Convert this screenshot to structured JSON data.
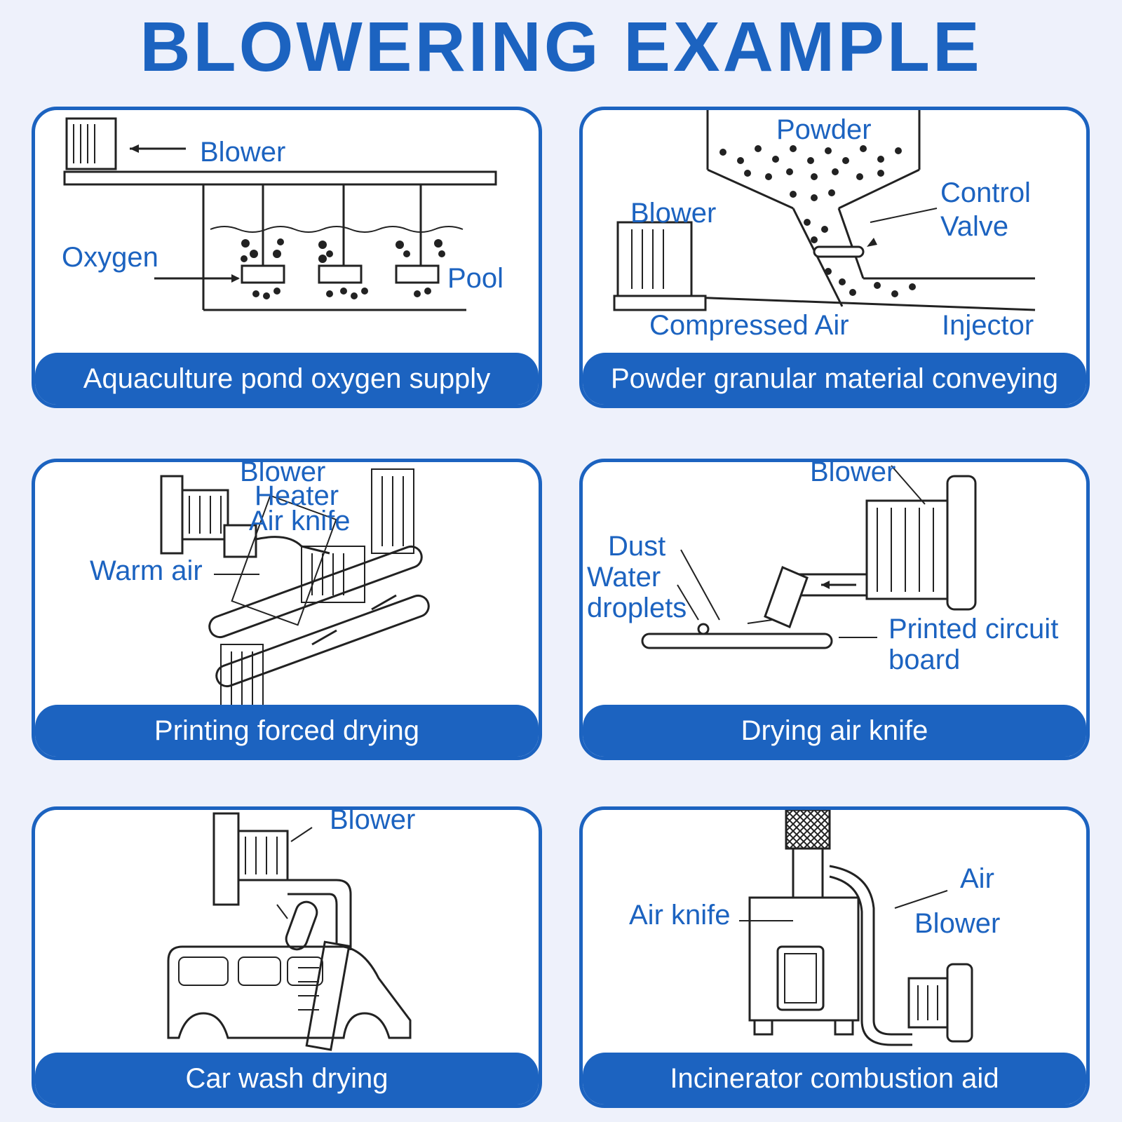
{
  "title": "BLOWERING EXAMPLE",
  "colors": {
    "accent": "#1c63c0",
    "background": "#eef1fb"
  },
  "panels": [
    {
      "caption": "Aquaculture pond oxygen supply",
      "labels": {
        "blower": "Blower",
        "oxygen": "Oxygen",
        "pool": "Pool"
      }
    },
    {
      "caption": "Powder granular material conveying",
      "labels": {
        "powder": "Powder",
        "blower": "Blower",
        "control": "Control",
        "valve": "Valve",
        "compressed_air": "Compressed Air",
        "injector": "Injector"
      }
    },
    {
      "caption": "Printing forced drying",
      "labels": {
        "blower": "Blower",
        "heater": "Heater",
        "air_knife": "Air knife",
        "warm_air": "Warm air"
      }
    },
    {
      "caption": "Drying air knife",
      "labels": {
        "blower": "Blower",
        "dust": "Dust",
        "water": "Water",
        "droplets": "droplets",
        "pcb_line1": "Printed circuit",
        "pcb_line2": "board"
      }
    },
    {
      "caption": "Car wash drying",
      "labels": {
        "blower": "Blower"
      }
    },
    {
      "caption": "Incinerator combustion aid",
      "labels": {
        "air_knife": "Air knife",
        "air": "Air",
        "blower": "Blower"
      }
    }
  ]
}
